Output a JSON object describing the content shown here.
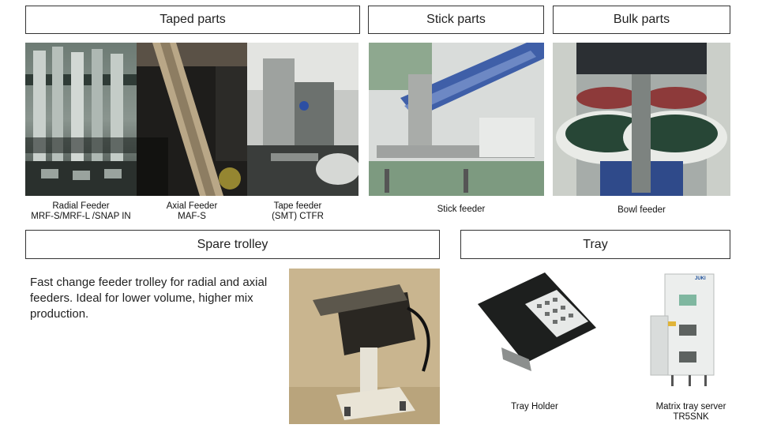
{
  "sections": {
    "taped": {
      "title": "Taped parts"
    },
    "stick": {
      "title": "Stick parts"
    },
    "bulk": {
      "title": "Bulk parts"
    },
    "spare": {
      "title": "Spare trolley"
    },
    "tray": {
      "title": "Tray"
    }
  },
  "captions": {
    "radial": {
      "line1": "Radial Feeder",
      "line2": "MRF-S/MRF-L /SNAP IN"
    },
    "axial": {
      "line1": "Axial Feeder",
      "line2": "MAF-S"
    },
    "tape": {
      "line1": "Tape feeder",
      "line2": "(SMT)  CTFR"
    },
    "stick": {
      "line1": "Stick feeder"
    },
    "bowl": {
      "line1": "Bowl feeder"
    },
    "tray_holder": {
      "line1": "Tray Holder"
    },
    "matrix": {
      "line1": "Matrix tray server",
      "line2": "TR5SNK"
    }
  },
  "description": "Fast change feeder trolley for radial and axial feeders.  Ideal for lower volume, higher mix production.",
  "logo_text": "JUKI"
}
